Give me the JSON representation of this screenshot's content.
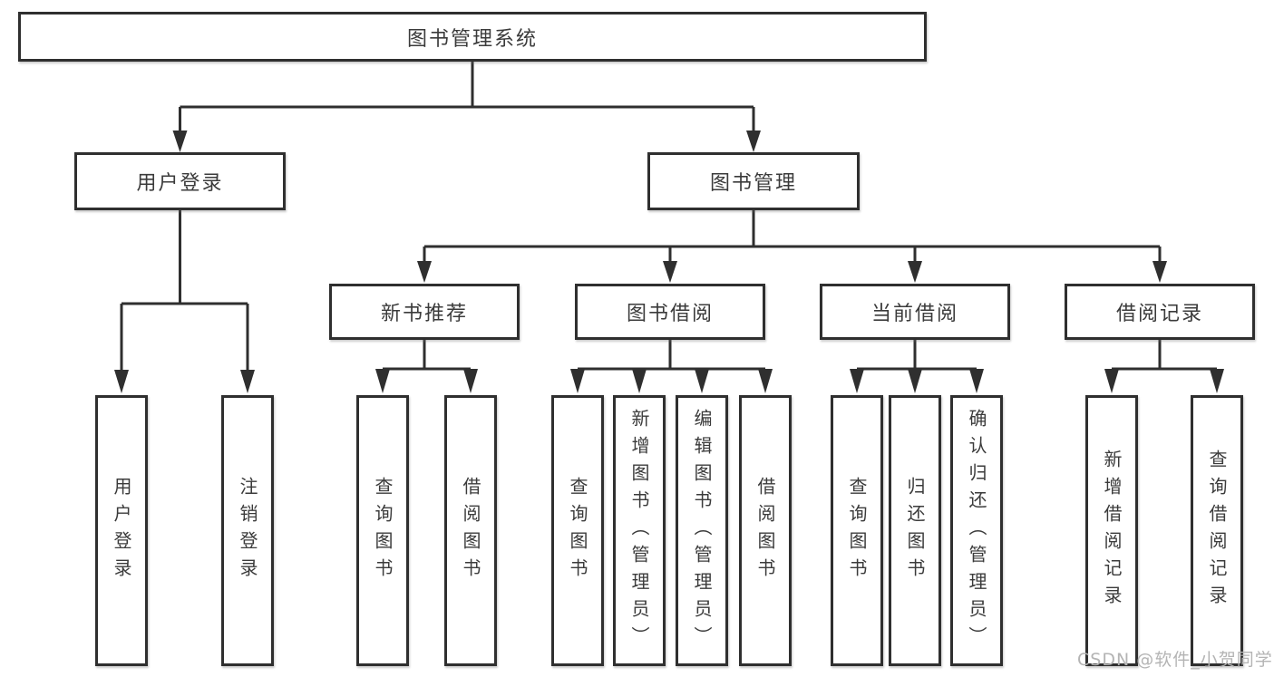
{
  "tree": {
    "root": {
      "label": "图书管理系统"
    },
    "level2": [
      {
        "label": "用户登录",
        "children": [
          {
            "label": "用户登录"
          },
          {
            "label": "注销登录"
          }
        ]
      },
      {
        "label": "图书管理",
        "children": [
          {
            "label": "新书推荐",
            "children": [
              {
                "label": "查询图书"
              },
              {
                "label": "借阅图书"
              }
            ]
          },
          {
            "label": "图书借阅",
            "children": [
              {
                "label": "查询图书"
              },
              {
                "label": "新增图书（管理员）"
              },
              {
                "label": "编辑图书（管理员）"
              },
              {
                "label": "借阅图书"
              }
            ]
          },
          {
            "label": "当前借阅",
            "children": [
              {
                "label": "查询图书"
              },
              {
                "label": "归还图书"
              },
              {
                "label": "确认归还（管理员）"
              }
            ]
          },
          {
            "label": "借阅记录",
            "children": [
              {
                "label": "新增借阅记录"
              },
              {
                "label": "查询借阅记录"
              }
            ]
          }
        ]
      }
    ]
  },
  "watermark": {
    "text": "CSDN @软件_小贺同学"
  },
  "colors": {
    "line": "#2f2f2f",
    "text": "#3b3b3b",
    "box_background": "#ffffff",
    "page_background": "#ffffff",
    "watermark": "#b4b4b4"
  }
}
